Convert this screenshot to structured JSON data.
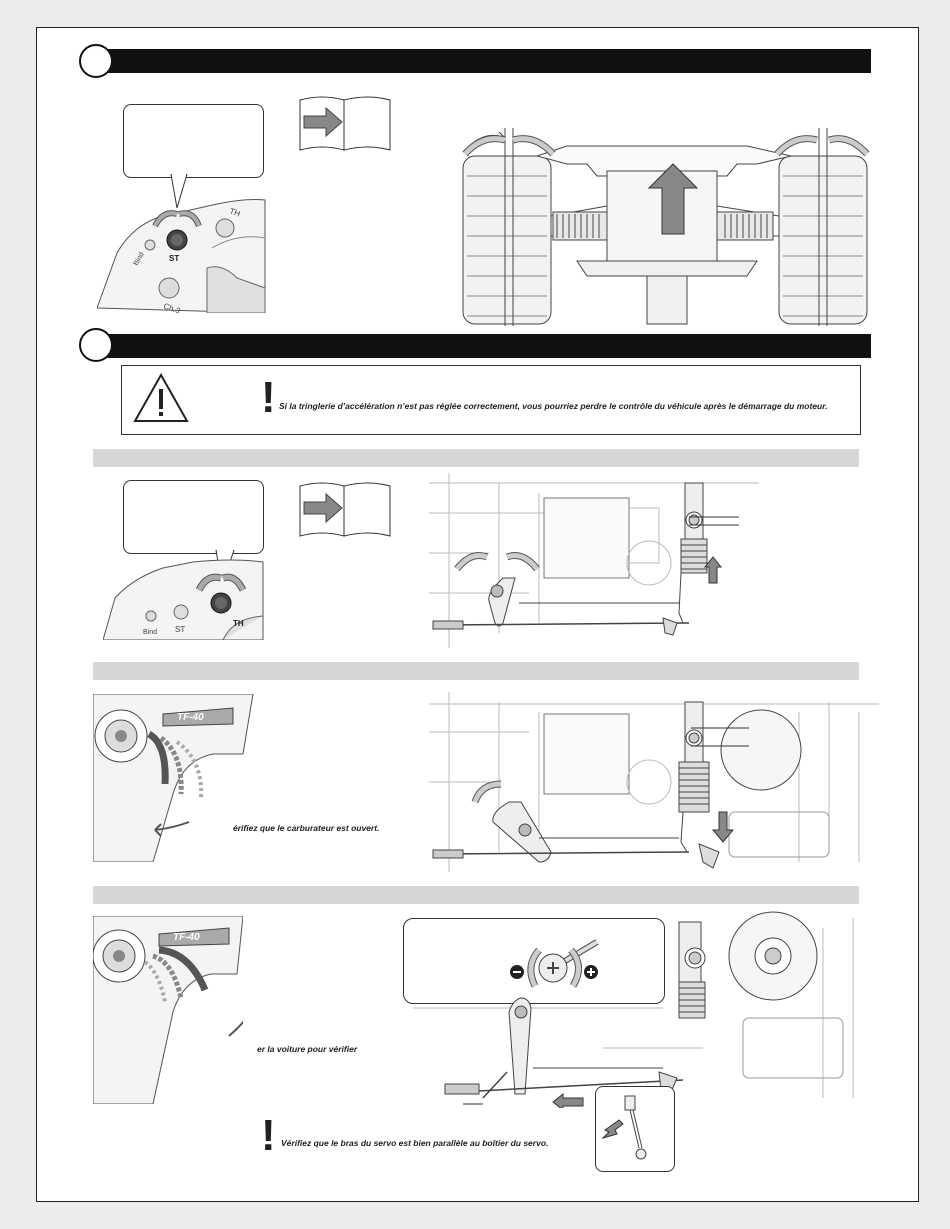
{
  "warning": {
    "text": "Si la tringlerie d’accélération n’est pas réglée correctement, vous pourriez perdre le contrôle du véhicule après le démarrage du moteur."
  },
  "transmitter": {
    "labels": {
      "st": "ST",
      "th": "TH",
      "bind": "Bind",
      "ch3": "Ch.3",
      "model": "TF-40"
    }
  },
  "step_b": {
    "carb_text": "érifiez que le carburateur est ouvert."
  },
  "step_c": {
    "push_text": "er  la  voiture  pour  vérifier",
    "servo_note": "Vérifiez que le bras du servo est bien parallèle au boîtier du servo."
  },
  "colors": {
    "bar": "#111111",
    "subbar": "#d6d6d6",
    "arrow": "#888888",
    "line": "#555555"
  }
}
